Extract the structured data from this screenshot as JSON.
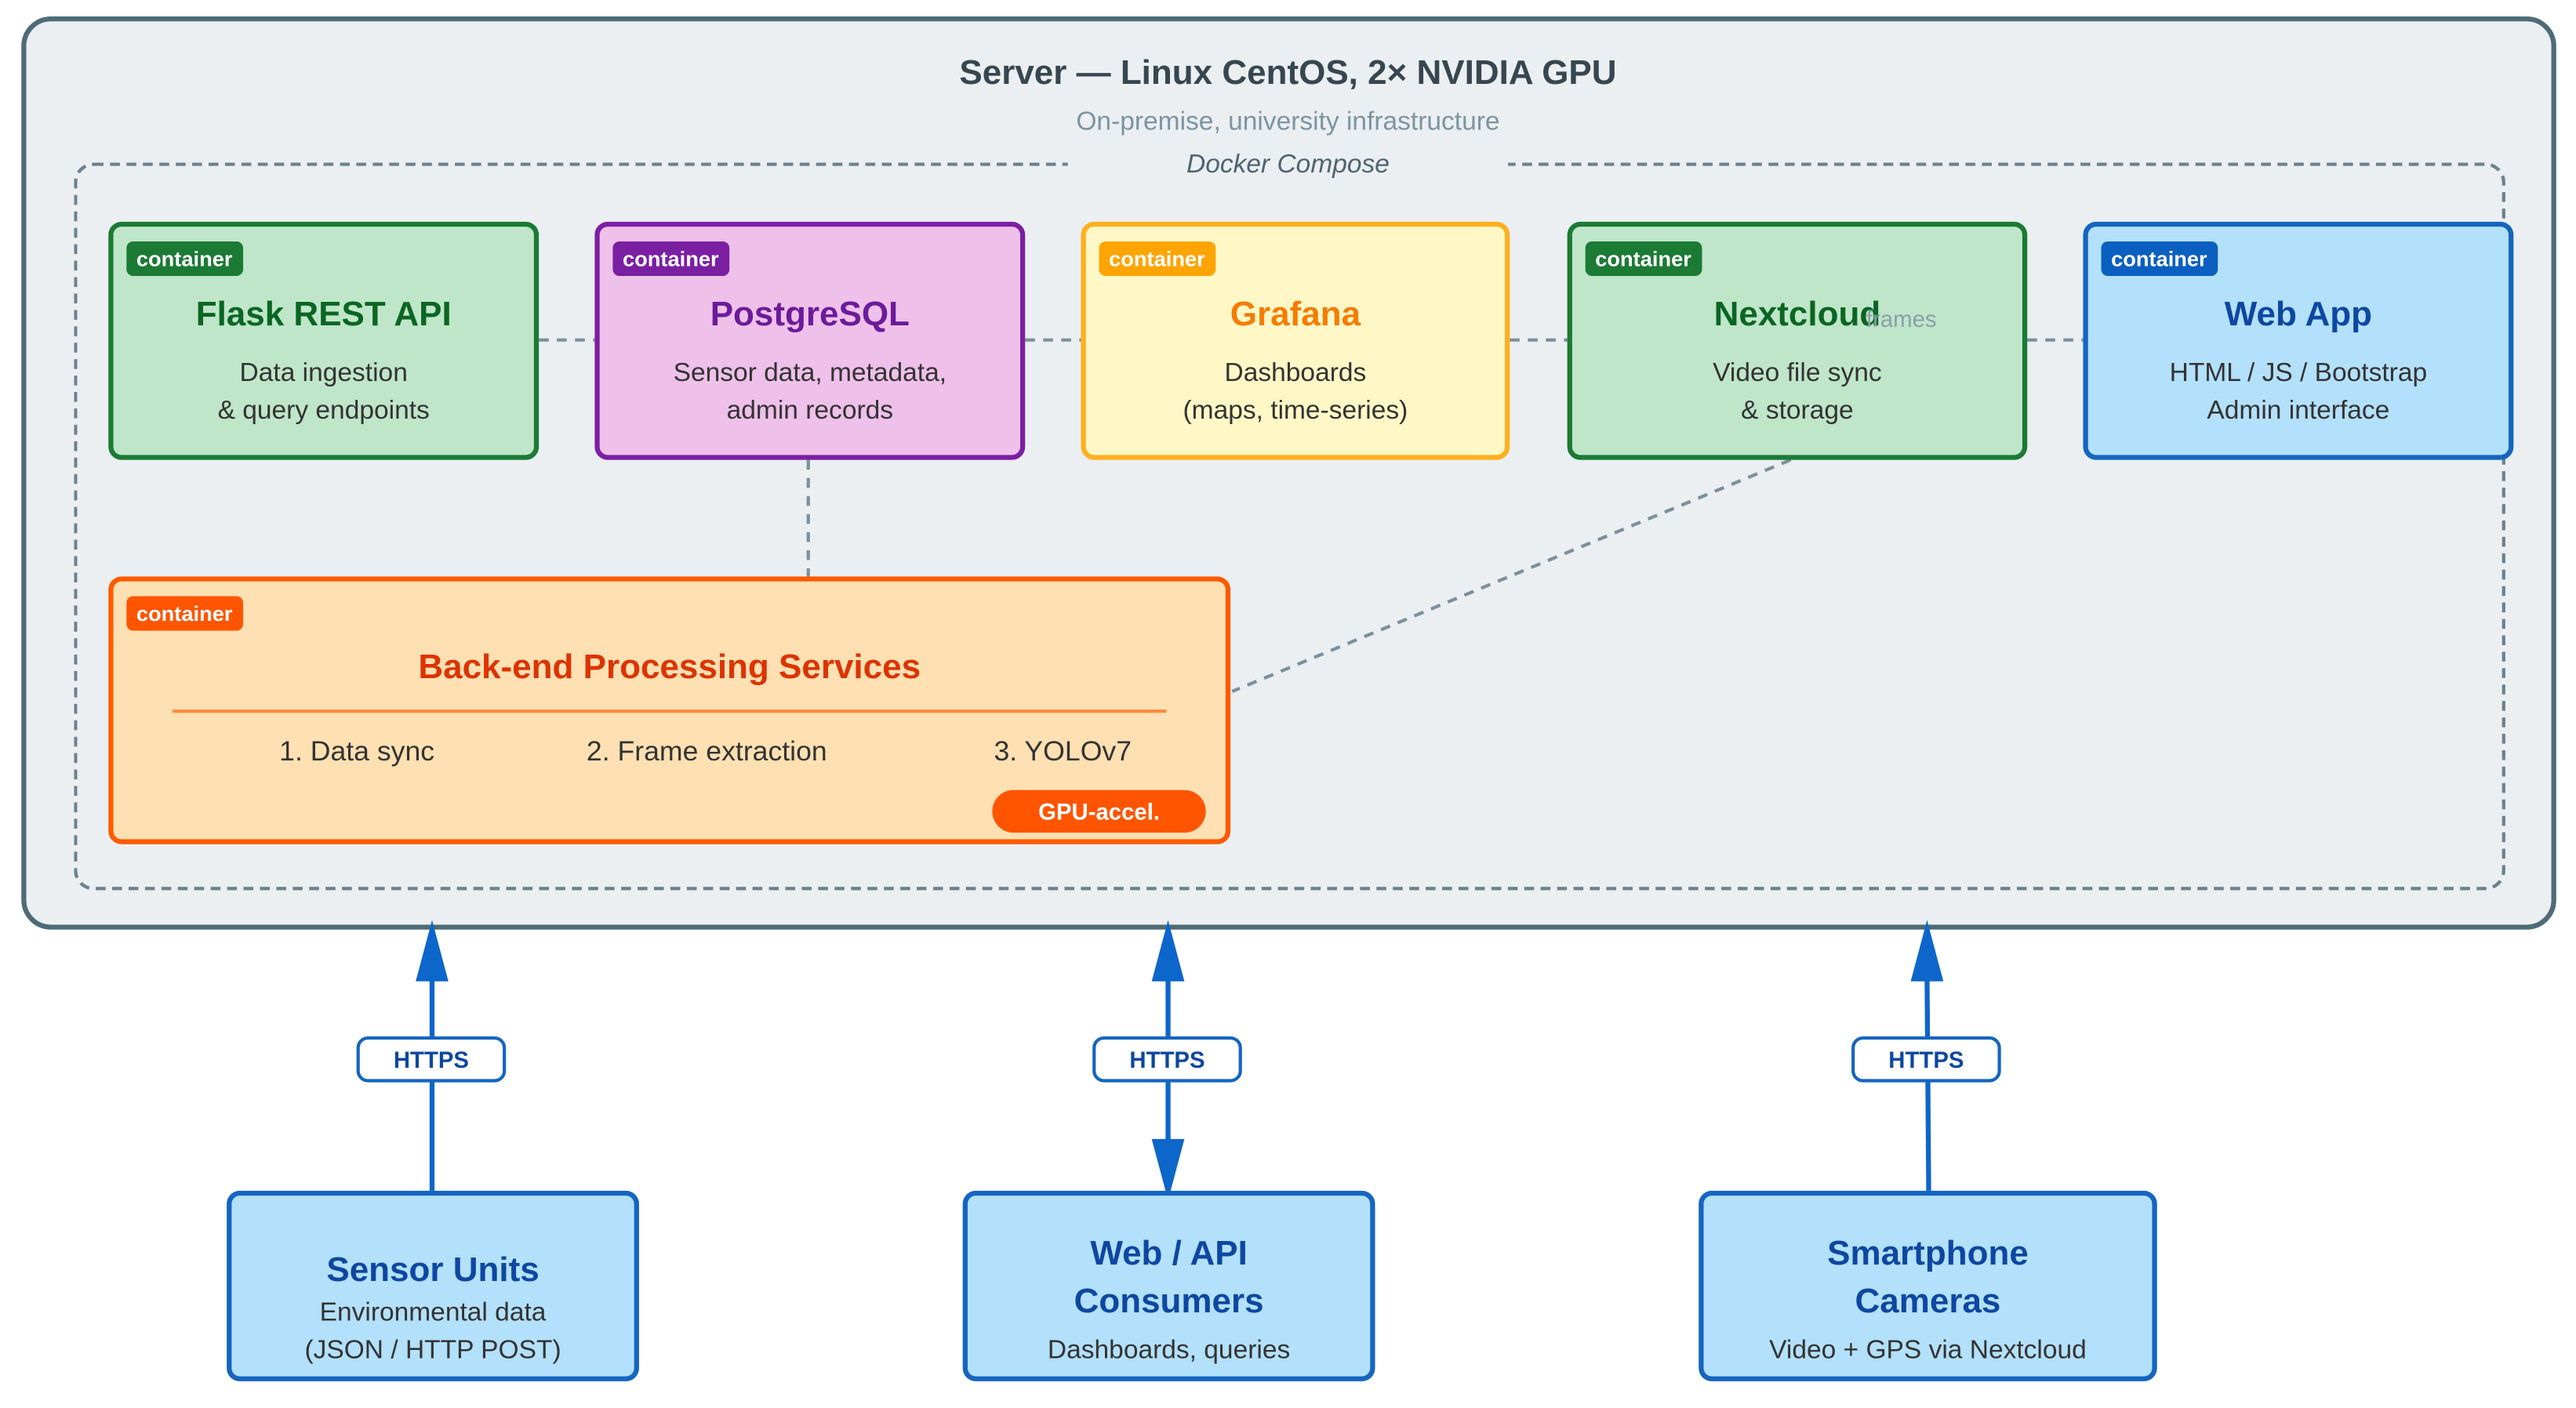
{
  "server": {
    "title": "Server — Linux CentOS, 2× NVIDIA GPU",
    "subtitle": "On-premise, university infrastructure"
  },
  "docker": {
    "label": "Docker Compose"
  },
  "containers": [
    {
      "badge": "container",
      "title": "Flask REST API",
      "desc1": "Data ingestion",
      "desc2": "& query endpoints",
      "color": "#1b7a34"
    },
    {
      "badge": "container",
      "title": "PostgreSQL",
      "desc1": "Sensor data, metadata,",
      "desc2": "admin records",
      "color": "#7b1fa2"
    },
    {
      "badge": "container",
      "title": "Grafana",
      "desc1": "Dashboards",
      "desc2": "(maps, time-series)",
      "color": "#ffa400"
    },
    {
      "badge": "container",
      "title": "Nextcloud",
      "desc1": "Video file sync",
      "desc2": "& storage",
      "color": "#1b7a34"
    },
    {
      "badge": "container",
      "title": "Web App",
      "desc1": "HTML / JS / Bootstrap",
      "desc2": "Admin interface",
      "color": "#1565c0"
    }
  ],
  "edge_label_frames": "frames",
  "backend": {
    "badge": "container",
    "title": "Back-end Processing Services",
    "steps": [
      "1. Data sync",
      "2. Frame extraction",
      "3. YOLOv7"
    ],
    "gpu_badge": "GPU-accel.",
    "color": "#ff5500"
  },
  "external": [
    {
      "title1": "Sensor Units",
      "title2": "",
      "desc1": "Environmental data",
      "desc2": "(JSON / HTTP POST)",
      "link": "HTTPS",
      "direction": "up"
    },
    {
      "title1": "Web / API",
      "title2": "Consumers",
      "desc1": "Dashboards, queries",
      "desc2": "",
      "link": "HTTPS",
      "direction": "both"
    },
    {
      "title1": "Smartphone",
      "title2": "Cameras",
      "desc1": "Video + GPS via Nextcloud",
      "desc2": "",
      "link": "HTTPS",
      "direction": "up"
    }
  ]
}
